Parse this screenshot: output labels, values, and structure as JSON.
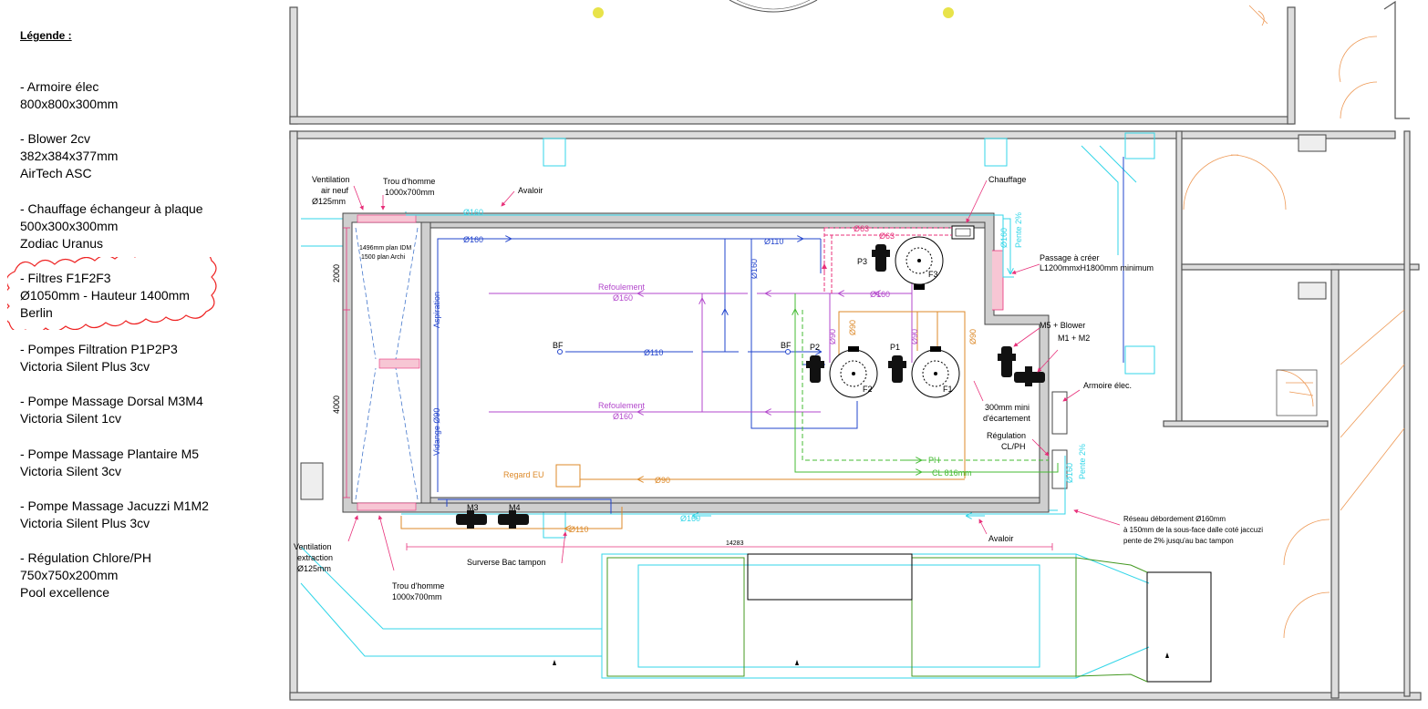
{
  "legend": {
    "title": "Légende :",
    "items": [
      {
        "lines": [
          "- Armoire élec",
          "800x800x300mm"
        ]
      },
      {
        "lines": [
          "- Blower 2cv",
          "382x384x377mm",
          "AirTech ASC"
        ]
      },
      {
        "lines": [
          "- Chauffage échangeur à plaque",
          "500x300x300mm",
          "Zodiac Uranus"
        ]
      },
      {
        "lines": [
          "- Filtres F1F2F3",
          "Ø1050mm - Hauteur 1400mm",
          "Berlin"
        ]
      },
      {
        "lines": [
          "- Pompes Filtration P1P2P3",
          "Victoria Silent Plus 3cv"
        ]
      },
      {
        "lines": [
          "- Pompe Massage Dorsal M3M4",
          "Victoria Silent 1cv"
        ]
      },
      {
        "lines": [
          "- Pompe Massage Plantaire M5",
          "Victoria Silent 3cv"
        ]
      },
      {
        "lines": [
          "- Pompe Massage Jacuzzi M1M2",
          "Victoria Silent Plus 3cv"
        ]
      },
      {
        "lines": [
          "- Régulation Chlore/PH",
          "750x750x200mm",
          "Pool excellence"
        ]
      }
    ]
  },
  "plan": {
    "labels": {
      "ventilation_neuf": [
        "Ventilation",
        "air neuf",
        "Ø125mm"
      ],
      "trou_homme_top": [
        "Trou d'homme",
        "1000x700mm"
      ],
      "avaloir_top": "Avaloir",
      "chauffage": "Chauffage",
      "pente_top": "Pente 2%",
      "d160_vert_right_top": "Ø160",
      "passage": [
        "Passage à créer",
        "L1200mmxH1800mm minimum"
      ],
      "m5_blower": "M5 + Blower",
      "m1_m2": "M1 + M2",
      "armoire": "Armoire élec.",
      "ecartement": [
        "300mm mini",
        "d'écartement"
      ],
      "regulation": [
        "Régulation",
        "CL/PH"
      ],
      "pente_bottom": "Pente 2%",
      "d160_vert_right_bottom": "Ø160",
      "reseau": [
        "Réseau débordement Ø160mm",
        "à 150mm de la sous-face dalle coté jaccuzi",
        "pente de 2% jusqu'au bac tampon"
      ],
      "avaloir_bottom": "Avaloir",
      "dim_14283": "14283",
      "surverse": "Surverse Bac tampon",
      "trou_homme_bottom": [
        "Trou d'homme",
        "1000x700mm"
      ],
      "ventilation_extraction": [
        "Ventilation",
        "extraction",
        "Ø125mm"
      ],
      "dim_2000": "2000",
      "dim_4000": "4000",
      "idm": [
        "1496mm plan IDM",
        "1500 plan Archi"
      ],
      "aspiration": "Aspiration",
      "vidange": "Vidange Ø90",
      "d160_top_pipe": "Ø160",
      "d160_inner": "Ø160",
      "d110_top": "Ø110",
      "d160_vertical": "Ø160",
      "refoulement_top": [
        "Refoulement",
        "Ø160"
      ],
      "refoulement_bottom": [
        "Refoulement",
        "Ø160"
      ],
      "bf_left": "BF",
      "bf_right": "BF",
      "d110_mid": "Ø110",
      "d63_a": "Ø63",
      "d63_b": "Ø63",
      "d160_purple": "Ø160",
      "d90_p2": "Ø90",
      "d90_orange": "Ø90",
      "d90_p1": "Ø90",
      "d90_right": "Ø90",
      "p1": "P1",
      "p2": "P2",
      "p3": "P3",
      "f1": "F1",
      "f2": "F2",
      "f3": "F3",
      "ph": "PH",
      "cl": "CL 816mm",
      "regard": "Regard EU",
      "d90_bottom": "Ø90",
      "m3": "M3",
      "m4": "M4",
      "d110_bottom": "Ø110",
      "d160_bottom": "Ø160"
    },
    "colors": {
      "wall": "#555555",
      "cyan": "#33d6e8",
      "blue": "#2244cc",
      "purple": "#b347cc",
      "pink": "#e8307a",
      "orange": "#dd8a2a",
      "green": "#44bb33",
      "darkgreen": "#449922",
      "yellow": "#e8e34a",
      "cloud": "#ee2222"
    }
  }
}
